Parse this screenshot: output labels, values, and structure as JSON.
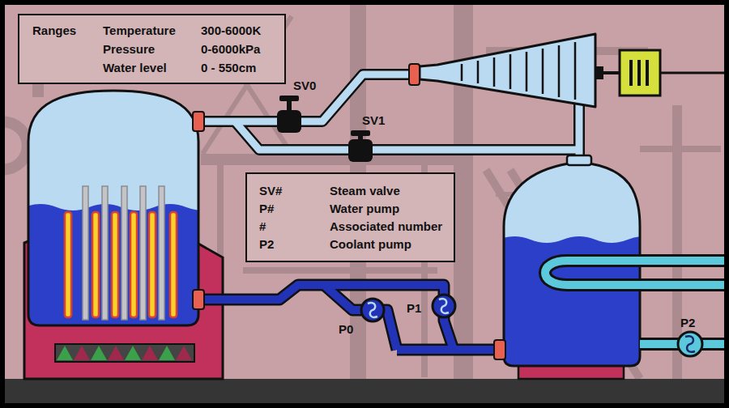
{
  "diagram": {
    "nodes": [
      {
        "text": [
          "Ranges",
          "Temperature",
          "300-6000K",
          "Pressure",
          "0-6000kPa",
          "Water level",
          "0 - 550cm"
        ]
      },
      {
        "text": [
          "SV#",
          "Steam valve",
          "P#",
          "Water pump",
          "#",
          "Associated number",
          "P2",
          "Coolant pump"
        ]
      }
    ],
    "labels": [
      "SV0",
      "SV1",
      "P0",
      "P1",
      "P2"
    ]
  }
}
